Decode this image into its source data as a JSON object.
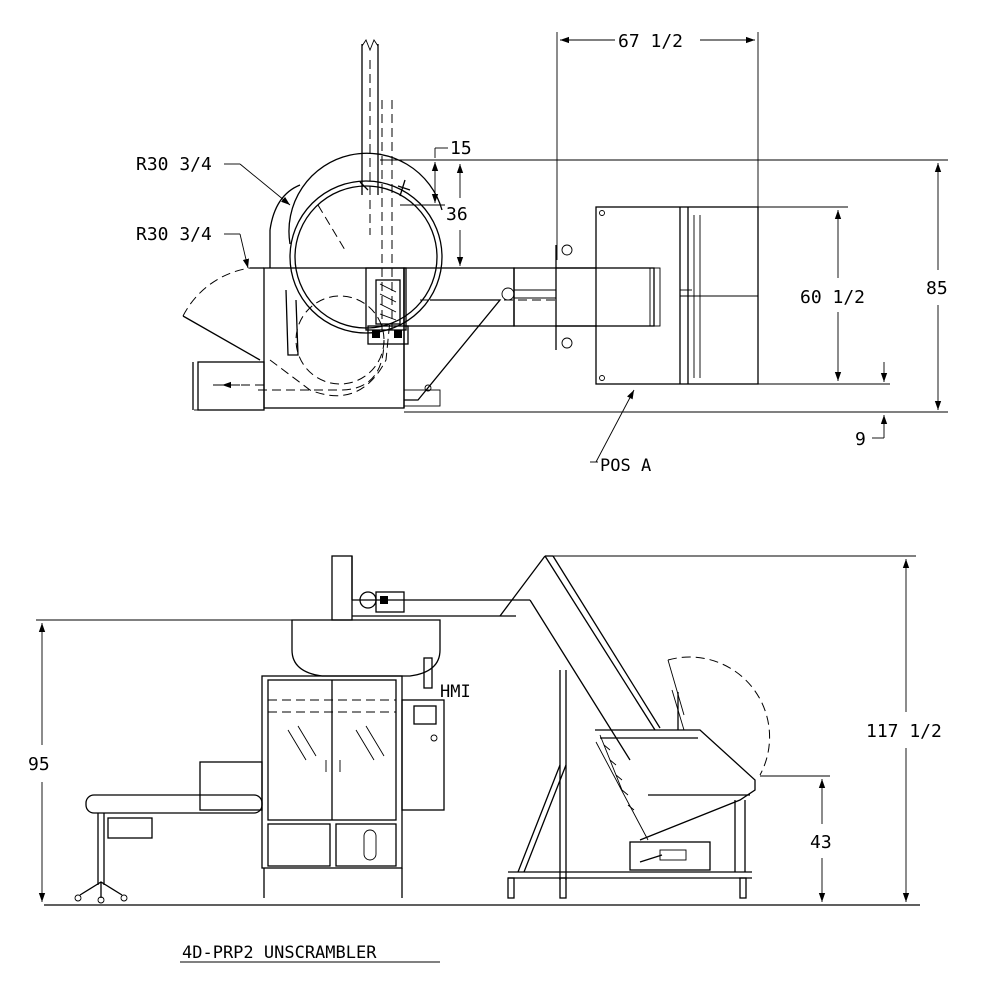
{
  "title": "4D-PRP2 UNSCRAMBLER",
  "top_view": {
    "dims": {
      "width_top": "67 1/2",
      "offset_small": "15",
      "offset_36": "36",
      "depth_60": "60 1/2",
      "overall_85": "85",
      "offset_9": "9",
      "radius_1": "R30 3/4",
      "radius_2": "R30 3/4"
    },
    "position_label": "POS A"
  },
  "side_view": {
    "hmi_label": "HMI",
    "dims": {
      "height_95": "95",
      "height_117": "117 1/2",
      "height_43": "43"
    }
  }
}
